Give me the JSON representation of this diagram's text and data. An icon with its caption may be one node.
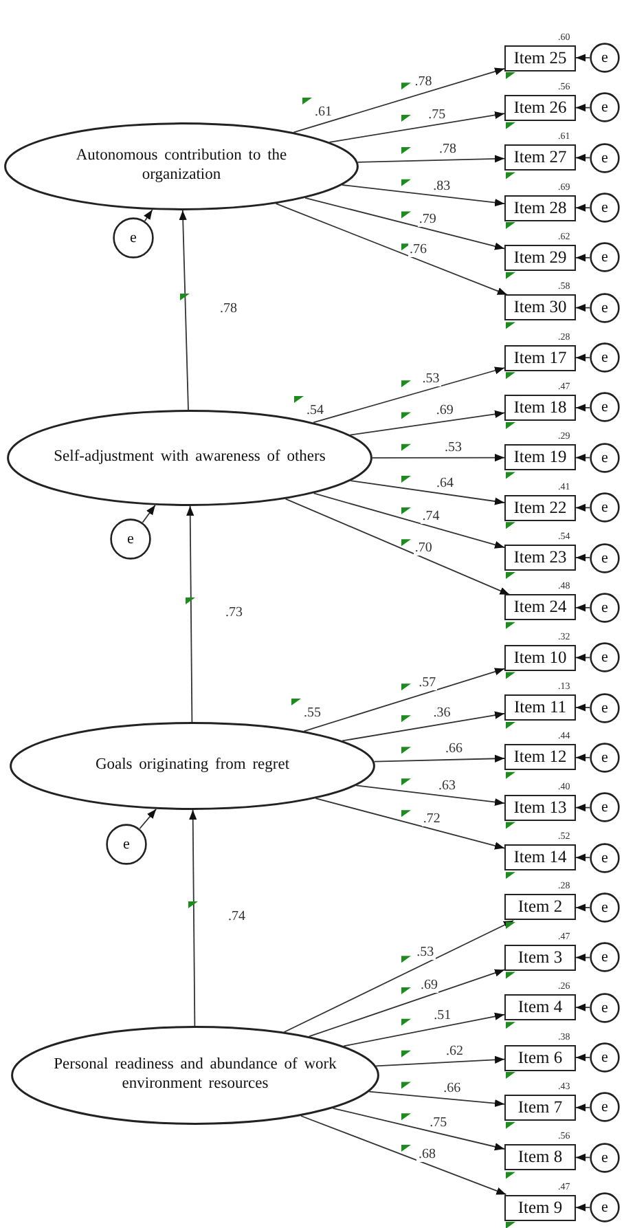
{
  "diagram": {
    "nodes": [
      {
        "text": [
          "Autonomous contribution to the organization"
        ],
        "beside": [
          ".61"
        ]
      },
      {
        "text": [
          "e"
        ]
      },
      {
        "text": [
          "Item 25"
        ],
        "beside": [
          ".60"
        ]
      },
      {
        "text": [
          "e"
        ]
      },
      {
        "text": [
          "Item 26"
        ],
        "beside": [
          ".56"
        ]
      },
      {
        "text": [
          "e"
        ]
      },
      {
        "text": [
          "Item 27"
        ],
        "beside": [
          ".61"
        ]
      },
      {
        "text": [
          "e"
        ]
      },
      {
        "text": [
          "Item 28"
        ],
        "beside": [
          ".69"
        ]
      },
      {
        "text": [
          "e"
        ]
      },
      {
        "text": [
          "Item 29"
        ],
        "beside": [
          ".62"
        ]
      },
      {
        "text": [
          "e"
        ]
      },
      {
        "text": [
          "Item 30"
        ],
        "beside": [
          ".58"
        ]
      },
      {
        "text": [
          "e"
        ]
      },
      {
        "text": [
          "Self-adjustment with awareness of others"
        ],
        "beside": [
          ".54"
        ]
      },
      {
        "text": [
          "e"
        ]
      },
      {
        "text": [
          "Item 17"
        ],
        "beside": [
          ".28"
        ]
      },
      {
        "text": [
          "e"
        ]
      },
      {
        "text": [
          "Item 18"
        ],
        "beside": [
          ".47"
        ]
      },
      {
        "text": [
          "e"
        ]
      },
      {
        "text": [
          "Item 19"
        ],
        "beside": [
          ".29"
        ]
      },
      {
        "text": [
          "e"
        ]
      },
      {
        "text": [
          "Item 22"
        ],
        "beside": [
          ".41"
        ]
      },
      {
        "text": [
          "e"
        ]
      },
      {
        "text": [
          "Item 23"
        ],
        "beside": [
          ".54"
        ]
      },
      {
        "text": [
          "e"
        ]
      },
      {
        "text": [
          "Item 24"
        ],
        "beside": [
          ".48"
        ]
      },
      {
        "text": [
          "e"
        ]
      },
      {
        "text": [
          "Goals originating from regret"
        ],
        "beside": [
          ".55"
        ]
      },
      {
        "text": [
          "e"
        ]
      },
      {
        "text": [
          "Item 10"
        ],
        "beside": [
          ".32"
        ]
      },
      {
        "text": [
          "e"
        ]
      },
      {
        "text": [
          "Item 11"
        ],
        "beside": [
          ".13"
        ]
      },
      {
        "text": [
          "e"
        ]
      },
      {
        "text": [
          "Item 12"
        ],
        "beside": [
          ".44"
        ]
      },
      {
        "text": [
          "e"
        ]
      },
      {
        "text": [
          "Item 13"
        ],
        "beside": [
          ".40"
        ]
      },
      {
        "text": [
          "e"
        ]
      },
      {
        "text": [
          "Item 14"
        ],
        "beside": [
          ".52"
        ]
      },
      {
        "text": [
          "e"
        ]
      },
      {
        "text": [
          "Personal readiness and abundance of work environment resources"
        ]
      },
      {
        "text": [
          "Item 2"
        ],
        "beside": [
          ".28"
        ]
      },
      {
        "text": [
          "e"
        ]
      },
      {
        "text": [
          "Item 3"
        ],
        "beside": [
          ".47"
        ]
      },
      {
        "text": [
          "e"
        ]
      },
      {
        "text": [
          "Item 4"
        ],
        "beside": [
          ".26"
        ]
      },
      {
        "text": [
          "e"
        ]
      },
      {
        "text": [
          "Item 6"
        ],
        "beside": [
          ".38"
        ]
      },
      {
        "text": [
          "e"
        ]
      },
      {
        "text": [
          "Item 7"
        ],
        "beside": [
          ".43"
        ]
      },
      {
        "text": [
          "e"
        ]
      },
      {
        "text": [
          "Item 8"
        ],
        "beside": [
          ".56"
        ]
      },
      {
        "text": [
          "e"
        ]
      },
      {
        "text": [
          "Item 9"
        ],
        "beside": [
          ".47"
        ]
      },
      {
        "text": [
          "e"
        ]
      }
    ],
    "edges": [
      {
        "from": 0,
        "to": 2,
        "arrow": "to",
        "label": ".78"
      },
      {
        "from": 0,
        "to": 4,
        "arrow": "to",
        "label": ".75"
      },
      {
        "from": 0,
        "to": 6,
        "arrow": "to",
        "label": ".78"
      },
      {
        "from": 0,
        "to": 8,
        "arrow": "to",
        "label": ".83"
      },
      {
        "from": 0,
        "to": 10,
        "arrow": "to",
        "label": ".79"
      },
      {
        "from": 0,
        "to": 12,
        "arrow": "to",
        "label": ".76"
      },
      {
        "from": 14,
        "to": 16,
        "arrow": "to",
        "label": ".53"
      },
      {
        "from": 14,
        "to": 18,
        "arrow": "to",
        "label": ".69"
      },
      {
        "from": 14,
        "to": 20,
        "arrow": "to",
        "label": ".53"
      },
      {
        "from": 14,
        "to": 22,
        "arrow": "to",
        "label": ".64"
      },
      {
        "from": 14,
        "to": 24,
        "arrow": "to",
        "label": ".74"
      },
      {
        "from": 14,
        "to": 26,
        "arrow": "to",
        "label": ".70"
      },
      {
        "from": 28,
        "to": 30,
        "arrow": "to",
        "label": ".57"
      },
      {
        "from": 28,
        "to": 32,
        "arrow": "to",
        "label": ".36"
      },
      {
        "from": 28,
        "to": 34,
        "arrow": "to",
        "label": ".66"
      },
      {
        "from": 28,
        "to": 36,
        "arrow": "to",
        "label": ".63"
      },
      {
        "from": 28,
        "to": 38,
        "arrow": "to",
        "label": ".72"
      },
      {
        "from": 40,
        "to": 41,
        "arrow": "to",
        "label": ".53"
      },
      {
        "from": 40,
        "to": 43,
        "arrow": "to",
        "label": ".69"
      },
      {
        "from": 40,
        "to": 45,
        "arrow": "to",
        "label": ".51"
      },
      {
        "from": 40,
        "to": 47,
        "arrow": "to",
        "label": ".62"
      },
      {
        "from": 40,
        "to": 49,
        "arrow": "to",
        "label": ".66"
      },
      {
        "from": 40,
        "to": 51,
        "arrow": "to",
        "label": ".75"
      },
      {
        "from": 40,
        "to": 53,
        "arrow": "to",
        "label": ".68"
      },
      {
        "from": 14,
        "to": 0,
        "arrow": "to",
        "label": ".78"
      },
      {
        "from": 28,
        "to": 14,
        "arrow": "to",
        "label": ".73"
      },
      {
        "from": 40,
        "to": 28,
        "arrow": "to",
        "label": ".74"
      },
      {
        "from": 1,
        "to": 0,
        "arrow": "to"
      },
      {
        "from": 15,
        "to": 14,
        "arrow": "to"
      },
      {
        "from": 29,
        "to": 28,
        "arrow": "to"
      },
      {
        "from": 3,
        "to": 2,
        "arrow": "to"
      },
      {
        "from": 5,
        "to": 4,
        "arrow": "to"
      },
      {
        "from": 7,
        "to": 6,
        "arrow": "to"
      },
      {
        "from": 9,
        "to": 8,
        "arrow": "to"
      },
      {
        "from": 11,
        "to": 10,
        "arrow": "to"
      },
      {
        "from": 13,
        "to": 12,
        "arrow": "to"
      },
      {
        "from": 17,
        "to": 16,
        "arrow": "to"
      },
      {
        "from": 19,
        "to": 18,
        "arrow": "to"
      },
      {
        "from": 21,
        "to": 20,
        "arrow": "to"
      },
      {
        "from": 23,
        "to": 22,
        "arrow": "to"
      },
      {
        "from": 25,
        "to": 24,
        "arrow": "to"
      },
      {
        "from": 27,
        "to": 26,
        "arrow": "to"
      },
      {
        "from": 31,
        "to": 30,
        "arrow": "to"
      },
      {
        "from": 33,
        "to": 32,
        "arrow": "to"
      },
      {
        "from": 35,
        "to": 34,
        "arrow": "to"
      },
      {
        "from": 37,
        "to": 36,
        "arrow": "to"
      },
      {
        "from": 39,
        "to": 38,
        "arrow": "to"
      },
      {
        "from": 42,
        "to": 41,
        "arrow": "to"
      },
      {
        "from": 44,
        "to": 43,
        "arrow": "to"
      },
      {
        "from": 46,
        "to": 45,
        "arrow": "to"
      },
      {
        "from": 48,
        "to": 47,
        "arrow": "to"
      },
      {
        "from": 50,
        "to": 49,
        "arrow": "to"
      },
      {
        "from": 52,
        "to": 51,
        "arrow": "to"
      },
      {
        "from": 54,
        "to": 53,
        "arrow": "to"
      }
    ]
  }
}
